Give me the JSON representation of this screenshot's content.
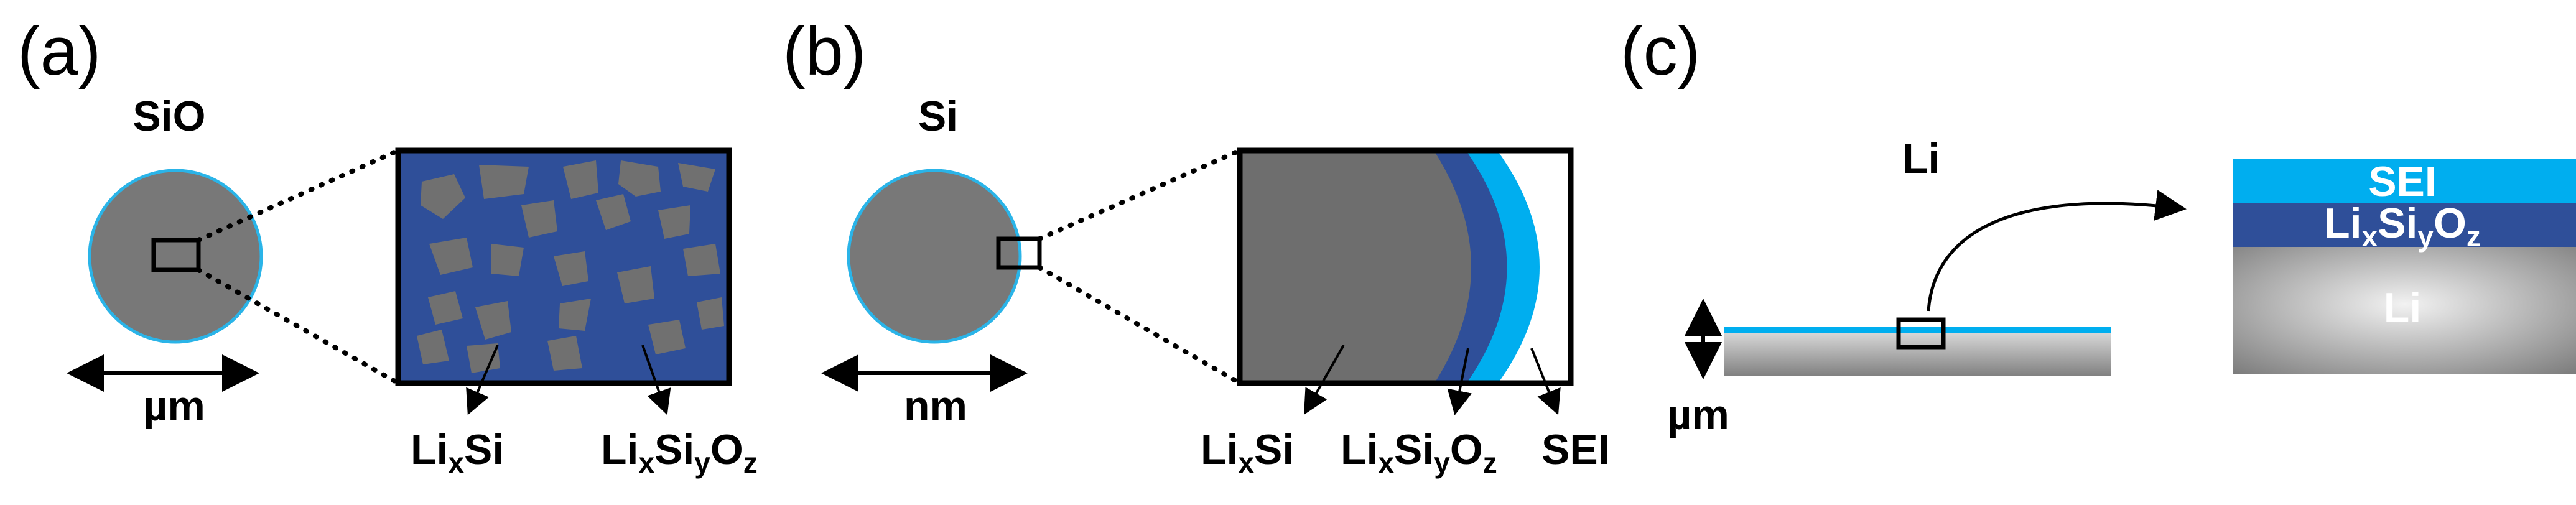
{
  "panels": {
    "a": {
      "panel_label": "(a)",
      "particle_label": "SiO",
      "scale_label": "µm",
      "phase1": {
        "base": "Li",
        "sub": "x",
        "tail": "Si"
      },
      "phase2": {
        "p1": "Li",
        "s1": "x",
        "p2": "Si",
        "s2": "y",
        "p3": "O",
        "s3": "z"
      }
    },
    "b": {
      "panel_label": "(b)",
      "particle_label": "Si",
      "scale_label": "nm",
      "phase1": {
        "base": "Li",
        "sub": "x",
        "tail": "Si"
      },
      "phase2": {
        "p1": "Li",
        "s1": "x",
        "p2": "Si",
        "s2": "y",
        "p3": "O",
        "s3": "z"
      },
      "phase3": "SEI"
    },
    "c": {
      "panel_label": "(c)",
      "metal_label": "Li",
      "scale_label": "µm",
      "layer_top": "SEI",
      "layer_mid": {
        "p1": "Li",
        "s1": "x",
        "p2": "Si",
        "s2": "y",
        "p3": "O",
        "s3": "z"
      },
      "layer_bottom": "Li"
    }
  },
  "colors": {
    "particle_gray": "#787878",
    "inclusion_gray": "#707070",
    "matrix_blue": "#2f4f99",
    "sei_cyan": "#00aeef",
    "edge_cyan": "#2ab4e8"
  }
}
